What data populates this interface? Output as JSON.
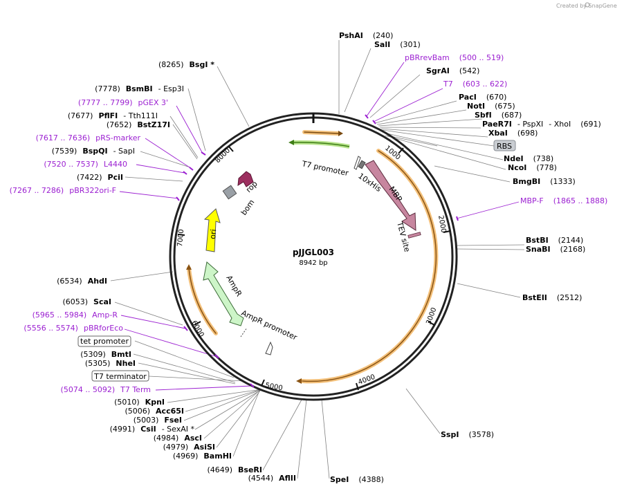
{
  "plasmid": {
    "name": "pJJGL003",
    "size_label": "8942 bp",
    "length": 8942
  },
  "watermark": "Created by SnapGene",
  "ticks": [
    "1000",
    "2000",
    "3000",
    "4000",
    "5000",
    "6000",
    "7000",
    "8000"
  ],
  "features": {
    "t7_promoter": "T7 promoter",
    "his": "10xHis",
    "mbp": "MBP",
    "tev": "TEV site",
    "rop": "rop",
    "bom": "bom",
    "ori": "ori",
    "ampr": "AmpR",
    "ampr_promoter": "AmpR promoter"
  },
  "sites": [
    {
      "name": "PshAI",
      "pos": "(240)"
    },
    {
      "name": "SalI",
      "pos": "(301)"
    },
    {
      "name": "SgrAI",
      "pos": "(542)"
    },
    {
      "name": "PacI",
      "pos": "(670)"
    },
    {
      "name": "NotI",
      "pos": "(675)"
    },
    {
      "name": "SbfI",
      "pos": "(687)"
    },
    {
      "name": "PaeR7I",
      "alt": "- PspXI",
      "alt2": "- XhoI",
      "pos": "(691)"
    },
    {
      "name": "XbaI",
      "pos": "(698)"
    },
    {
      "name": "NdeI",
      "pos": "(738)"
    },
    {
      "name": "NcoI",
      "pos": "(778)"
    },
    {
      "name": "BmgBI",
      "pos": "(1333)"
    },
    {
      "name": "BstBI",
      "pos": "(2144)"
    },
    {
      "name": "SnaBI",
      "pos": "(2168)"
    },
    {
      "name": "BstEII",
      "pos": "(2512)"
    },
    {
      "name": "SspI",
      "pos": "(3578)"
    },
    {
      "name": "SpeI",
      "pos": "(4388)"
    },
    {
      "name": "AflII",
      "pos": "(4544)"
    },
    {
      "name": "BseRI",
      "pos": "(4649)"
    },
    {
      "name": "BamHI",
      "pos": "(4969)"
    },
    {
      "name": "AsiSI",
      "pos": "(4979)"
    },
    {
      "name": "AscI",
      "pos": "(4984)"
    },
    {
      "name": "CsiI",
      "alt": "- SexAI *",
      "pos": "(4991)"
    },
    {
      "name": "FseI",
      "pos": "(5003)"
    },
    {
      "name": "Acc65I",
      "pos": "(5006)"
    },
    {
      "name": "KpnI",
      "pos": "(5010)"
    },
    {
      "name": "NheI",
      "pos": "(5305)"
    },
    {
      "name": "BmtI",
      "pos": "(5309)"
    },
    {
      "name": "ScaI",
      "pos": "(6053)"
    },
    {
      "name": "AhdI",
      "pos": "(6534)"
    },
    {
      "name": "PciI",
      "pos": "(7422)"
    },
    {
      "name": "BspQI",
      "alt": "- SapI",
      "pos": "(7539)"
    },
    {
      "name": "BstZ17I",
      "pos": "(7652)"
    },
    {
      "name": "PflFI",
      "alt": "- Tth111I",
      "pos": "(7677)"
    },
    {
      "name": "BsmBI",
      "alt": "- Esp3I",
      "pos": "(7778)"
    },
    {
      "name": "BsgI *",
      "pos": "(8265)"
    }
  ],
  "primers": [
    {
      "name": "pBRrevBam",
      "range": "(500 .. 519)"
    },
    {
      "name": "T7",
      "range": "(603 .. 622)"
    },
    {
      "name": "MBP-F",
      "range": "(1865 .. 1888)"
    },
    {
      "name": "Amp-R",
      "range": "(5965 .. 5984)"
    },
    {
      "name": "pBRforEco",
      "range": "(5556 .. 5574)"
    },
    {
      "name": "T7 Term",
      "range": "(5074 .. 5092)"
    },
    {
      "name": "pGEX 3'",
      "range": "(7777 .. 7799)"
    },
    {
      "name": "pRS-marker",
      "range": "(7617 .. 7636)"
    },
    {
      "name": "L4440",
      "range": "(7520 .. 7537)"
    },
    {
      "name": "pBR322ori-F",
      "range": "(7267 .. 7286)"
    }
  ],
  "boxed": {
    "rbs": "RBS",
    "tet": "tet promoter",
    "t7term": "T7 terminator"
  }
}
